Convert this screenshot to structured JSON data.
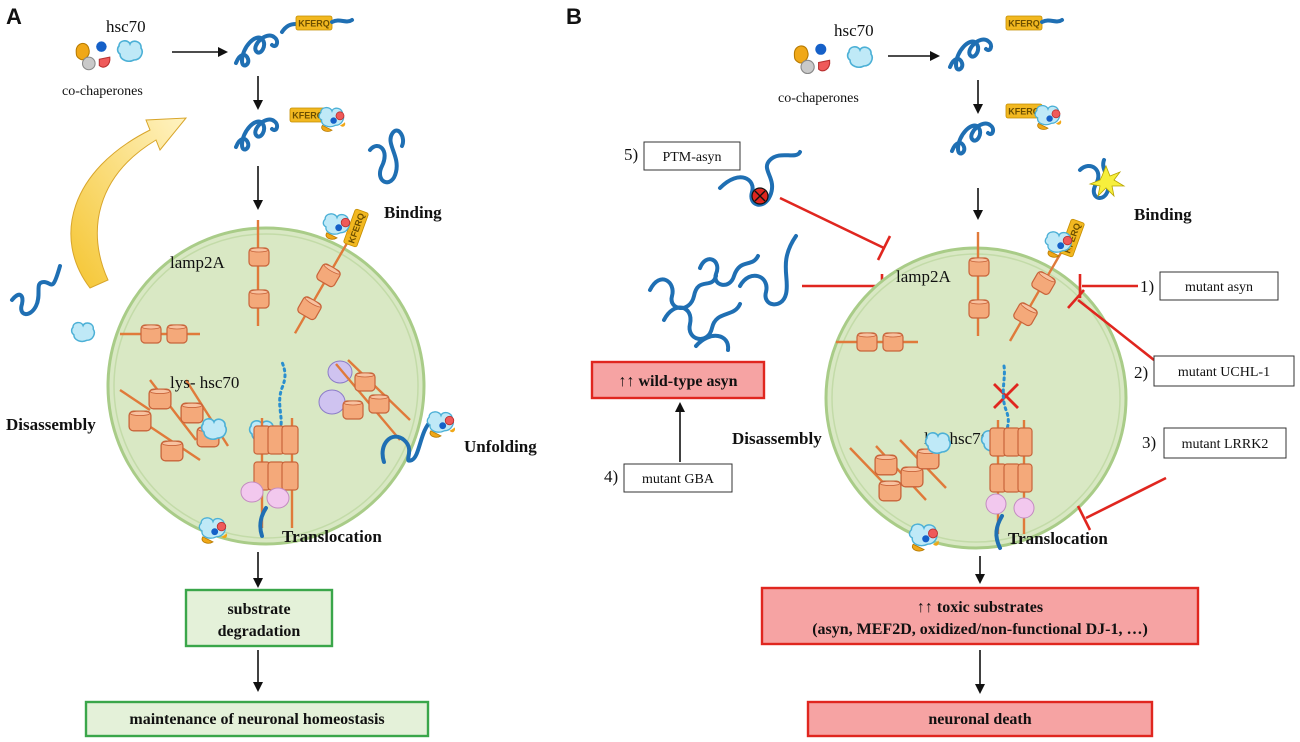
{
  "panels": {
    "a": {
      "letter": "A",
      "hsc70": "hsc70",
      "co_chaperones": "co-chaperones",
      "kferq_1": "KFERQ",
      "kferq_2": "KFERQ",
      "kferq_3": "KFERQ",
      "binding": "Binding",
      "lamp2a": "lamp2A",
      "lys_hsc70": "lys- hsc70",
      "disassembly": "Disassembly",
      "unfolding": "Unfolding",
      "translocation": "Translocation",
      "box_degradation_line1": "substrate",
      "box_degradation_line2": "degradation",
      "box_homeostasis": "maintenance of neuronal homeostasis"
    },
    "b": {
      "letter": "B",
      "hsc70": "hsc70",
      "co_chaperones": "co-chaperones",
      "kferq_1": "KFERQ",
      "kferq_2": "KFERQ",
      "kferq_3": "KFERQ",
      "binding": "Binding",
      "lamp2a": "lamp2A",
      "lys_hsc70": "lys-hsc70",
      "disassembly": "Disassembly",
      "translocation": "Translocation",
      "wild_type": "↑↑ wild-type asyn",
      "toxic_line1": "↑↑ toxic substrates",
      "toxic_line2": "(asyn, MEF2D, oxidized/non-functional DJ-1,  …)",
      "neuronal_death": "neuronal death",
      "factors": [
        {
          "num": "1)",
          "label": "mutant  asyn"
        },
        {
          "num": "2)",
          "label": "mutant  UCHL-1"
        },
        {
          "num": "3)",
          "label": "mutant  LRRK2"
        },
        {
          "num": "4)",
          "label": "mutant  GBA"
        },
        {
          "num": "5)",
          "label": "PTM-asyn"
        }
      ]
    }
  },
  "colors": {
    "lysosome_fill": "#d9e8c4",
    "lysosome_ring": "#a9cc88",
    "chain": "#1f6fb3",
    "lamp_cylinder": "#f4a97a",
    "kferq_tag": "#f2b820",
    "green_box_border": "#3aa64a",
    "green_box_fill": "#e4f1d9",
    "red_box_border": "#e0261f",
    "red_box_fill": "#f6a3a3",
    "inhibition": "#e0261f"
  },
  "icons": [
    "co-chaperone-cluster-icon",
    "hsc70-icon",
    "substrate-chain-icon",
    "lamp2a-receptor-icon",
    "inhibition-bar-icon",
    "ptm-mark-icon",
    "spark-icon"
  ]
}
